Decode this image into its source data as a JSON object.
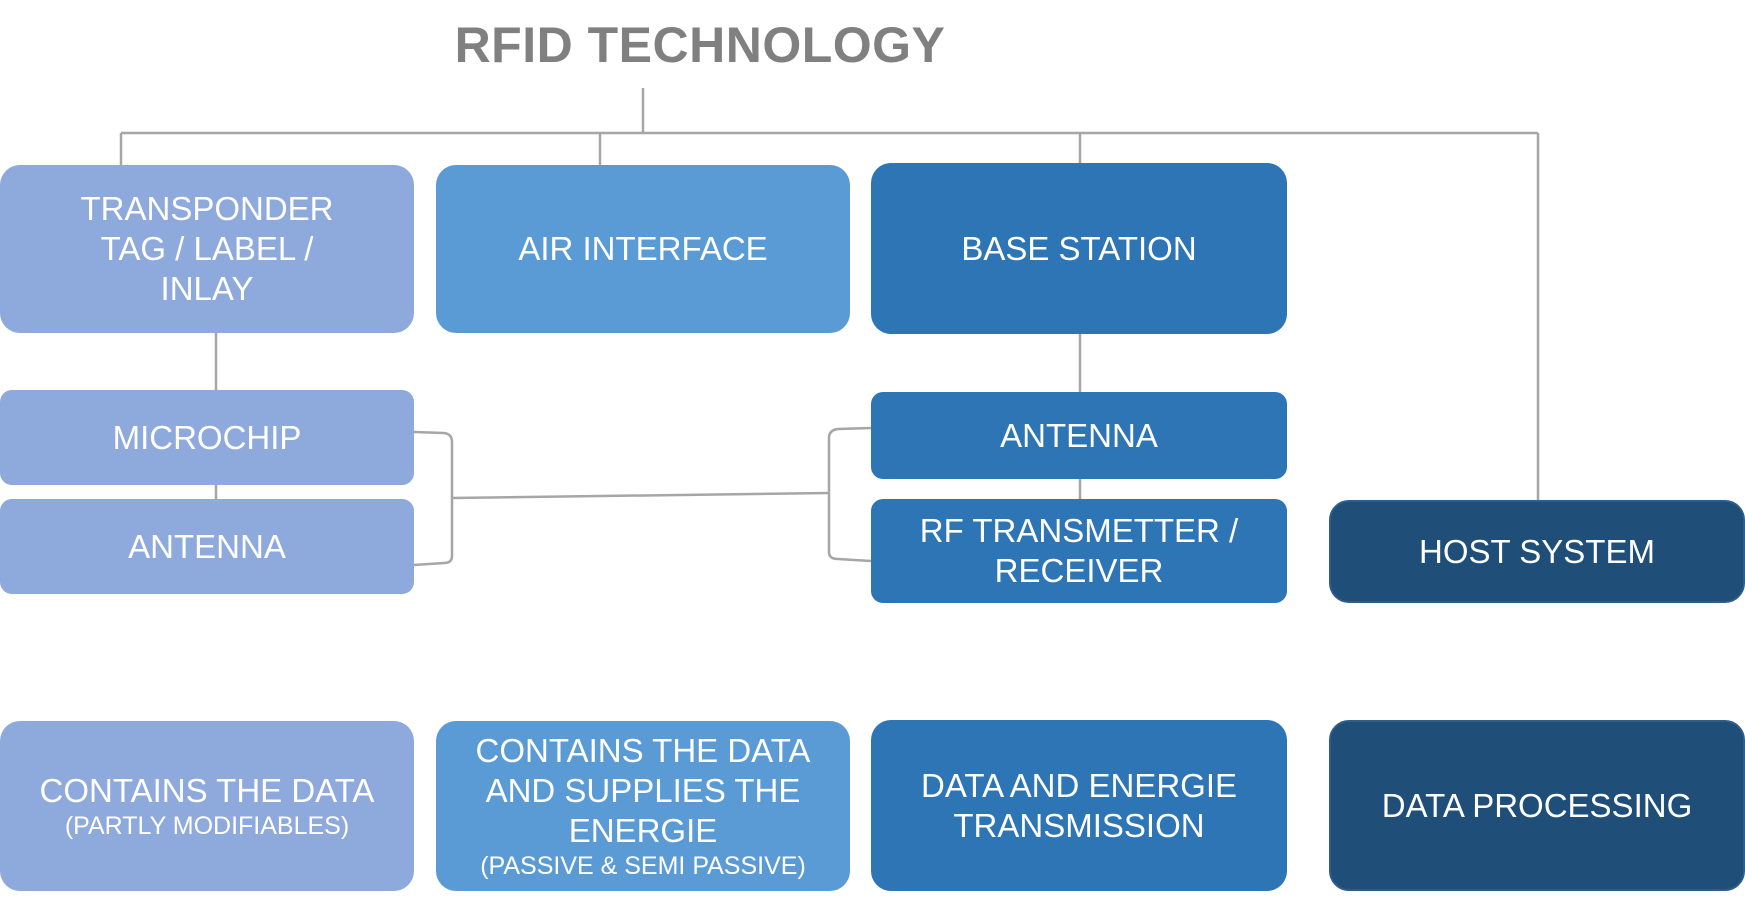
{
  "title": "RFID TECHNOLOGY",
  "components": {
    "transponder": [
      "TRANSPONDER",
      "TAG / LABEL /",
      "INLAY"
    ],
    "air_interface": "AIR INTERFACE",
    "base_station": "BASE STATION",
    "host_system": "HOST SYSTEM"
  },
  "sub_components": {
    "microchip": "MICROCHIP",
    "transponder_antenna": "ANTENNA",
    "base_antenna": "ANTENNA",
    "rf_transceiver": [
      "RF TRANSMETTER /",
      "RECEIVER"
    ]
  },
  "descriptions": {
    "transponder": {
      "main": "CONTAINS THE DATA",
      "note": "(PARTLY MODIFIABLES)"
    },
    "air_interface": {
      "main": [
        "CONTAINS THE DATA",
        "AND SUPPLIES THE",
        "ENERGIE"
      ],
      "note": "(PASSIVE & SEMI PASSIVE)"
    },
    "base_station": {
      "main": [
        "DATA AND ENERGIE",
        "TRANSMISSION"
      ]
    },
    "host_system": {
      "main": "DATA PROCESSING"
    }
  },
  "colors": {
    "transponder": "#8EA9DB",
    "air_interface": "#5B9BD5",
    "base_station": "#2E75B6",
    "host_system": "#1F4E79",
    "connector": "#A6A6A6",
    "title": "#808080"
  }
}
